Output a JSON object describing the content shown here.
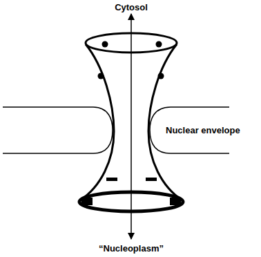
{
  "diagram": {
    "labels": [
      "Cytosol",
      "Nuclear envelope",
      "“Nucleoplasm”"
    ]
  }
}
